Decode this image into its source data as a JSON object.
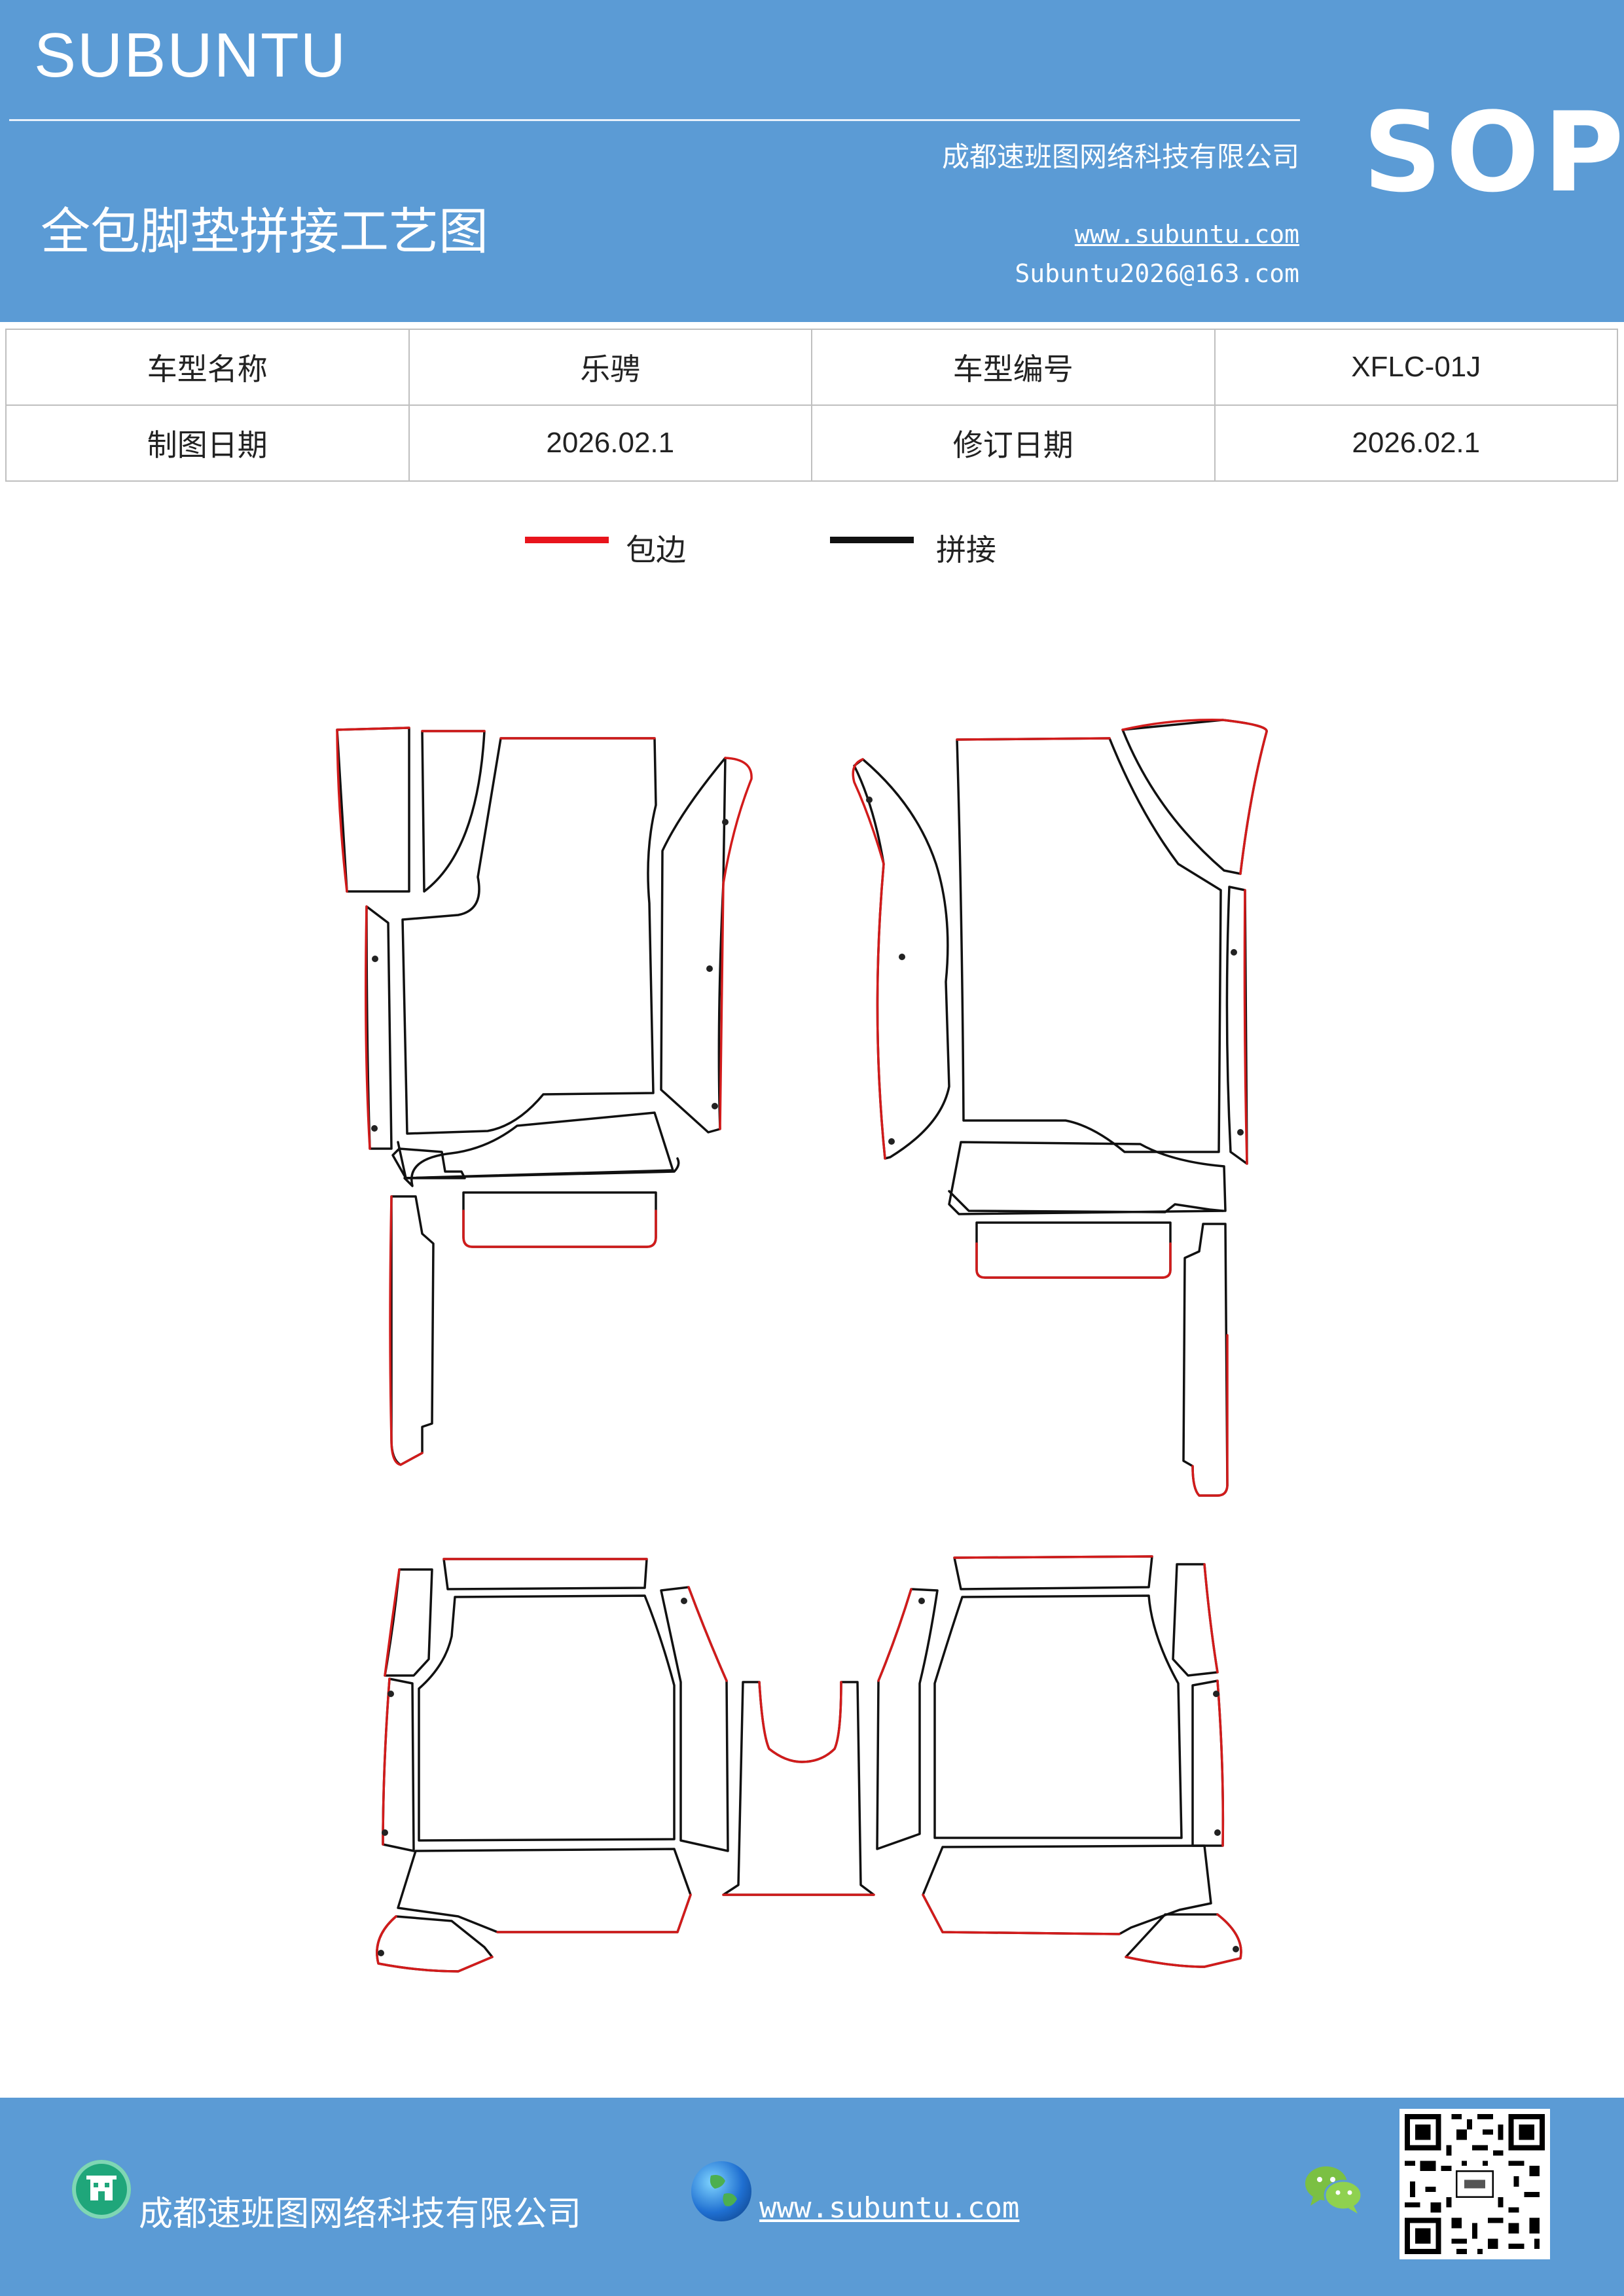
{
  "header": {
    "brand": "SUBUNTU",
    "sop": "SOP",
    "title": "全包脚垫拼接工艺图",
    "company": "成都速班图网络科技有限公司",
    "website": "www.subuntu.com",
    "email": "Subuntu2026@163.com"
  },
  "info_table": {
    "row1": {
      "label1": "车型名称",
      "value1": "乐骋",
      "label2": "车型编号",
      "value2": "XFLC-01J"
    },
    "row2": {
      "label1": "制图日期",
      "value1": "2026.02.1",
      "label2": "修订日期",
      "value2": "2026.02.1"
    }
  },
  "legend": {
    "items": [
      {
        "label": "包边",
        "color": "#e8141c"
      },
      {
        "label": "拼接",
        "color": "#111111"
      }
    ]
  },
  "colors": {
    "header_bg": "#5b9bd5",
    "edge": "#d21b1b",
    "seam": "#111111"
  },
  "footer": {
    "company": "成都速班图网络科技有限公司",
    "website": "www.subuntu.com ",
    "icons": [
      "building-icon",
      "globe-icon",
      "wechat-icon",
      "qr-code"
    ]
  }
}
